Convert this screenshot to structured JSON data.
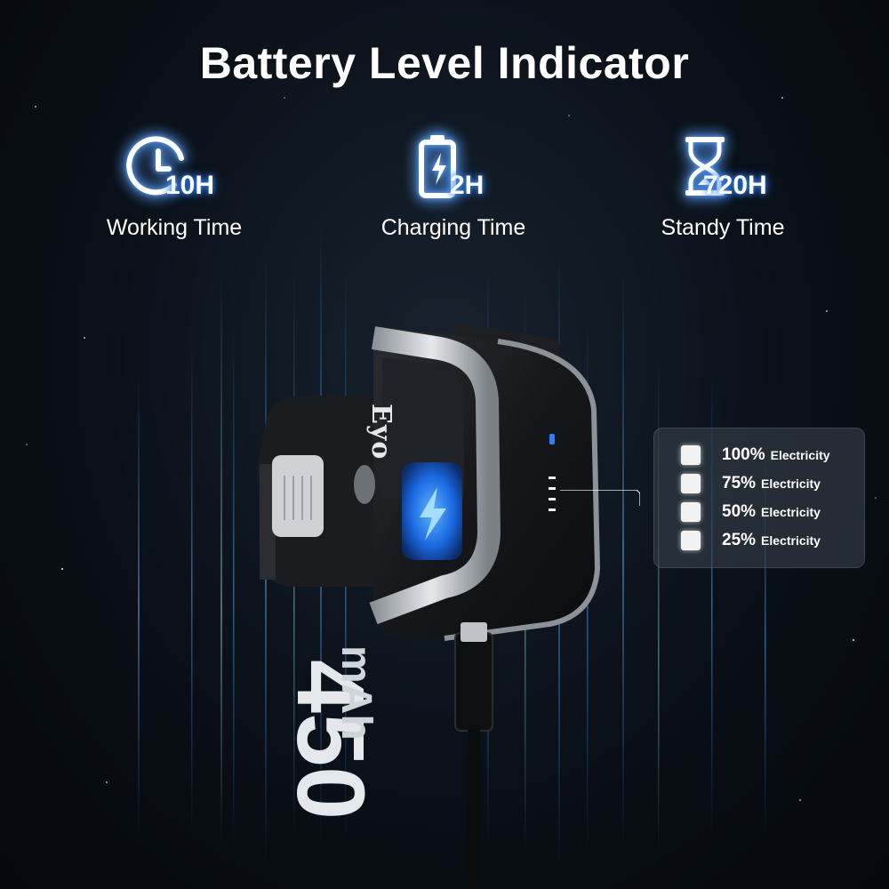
{
  "title": "Battery Level Indicator",
  "stats": [
    {
      "icon": "clock-icon",
      "value": "10H",
      "label": "Working Time"
    },
    {
      "icon": "battery-charging-icon",
      "value": "2H",
      "label": "Charging Time"
    },
    {
      "icon": "hourglass-icon",
      "value": "720H",
      "label": "Standy Time"
    }
  ],
  "device": {
    "brand_text": "Eyo",
    "capacity_number": "450",
    "capacity_unit": "mAh"
  },
  "legend": {
    "items": [
      {
        "percent": "100%",
        "word": "Electricity"
      },
      {
        "percent": "75%",
        "word": "Electricity"
      },
      {
        "percent": "50%",
        "word": "Electricity"
      },
      {
        "percent": "25%",
        "word": "Electricity"
      }
    ]
  },
  "colors": {
    "accent_glow": "#3a8cff",
    "background": "#0a1018",
    "indicator_blue": "#2f7dff"
  }
}
